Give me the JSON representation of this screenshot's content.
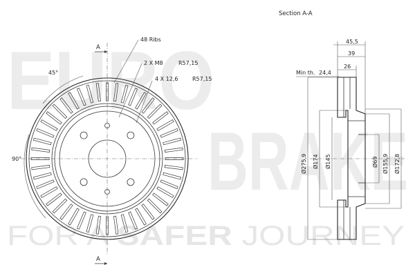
{
  "watermark": {
    "line1": "EURO",
    "line2": "BRAKE",
    "tagline_part1": "FOR A ",
    "tagline_bold": "SAFER",
    "tagline_part2": " JOURNEY"
  },
  "section_title": "Section A-A",
  "section_marker_top": "A",
  "section_marker_bottom": "A",
  "front_view": {
    "ribs_label": "48 Ribs",
    "holes_label_1": "2 X M8",
    "holes_radius_1": "R57,15",
    "holes_label_2": "4 X 12,6",
    "holes_radius_2": "R57,15",
    "angle_45": "45°",
    "angle_90": "90°",
    "rib_count": 48
  },
  "section_view": {
    "width_total": "45,5",
    "width_hat": "39",
    "width_disc": "26",
    "min_thickness_label": "Min th.",
    "min_thickness_value": "24,4",
    "dia_outer": "Ø275,9",
    "dia_inner_ring": "Ø174",
    "dia_hat": "Ø145",
    "dia_center": "Ø69",
    "dia_hub": "Ø155,9",
    "dia_pcd": "Ø172,8"
  }
}
